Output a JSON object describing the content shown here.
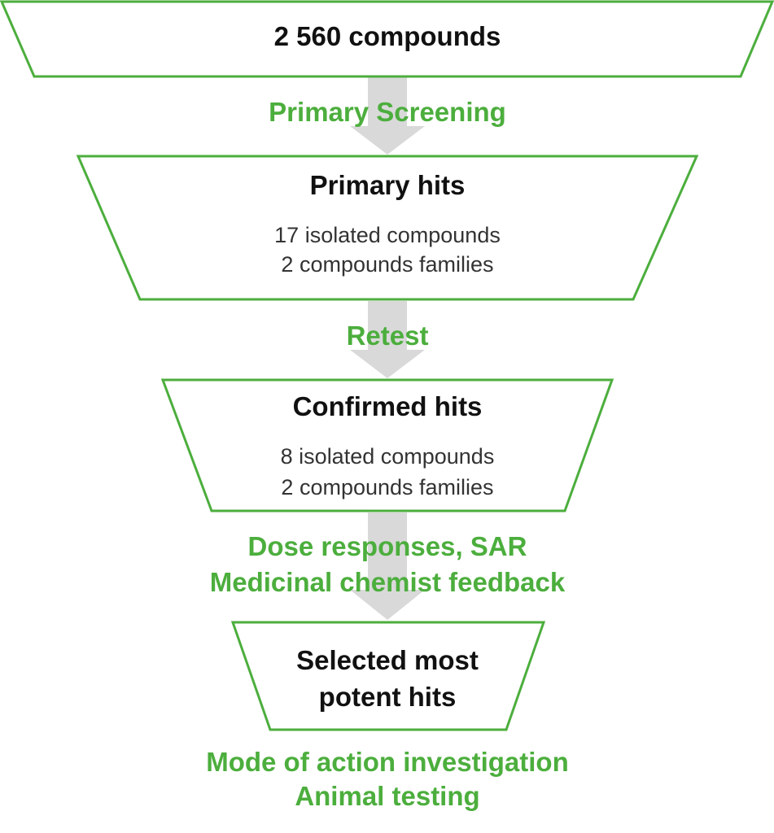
{
  "stages": [
    {
      "title": "2 560 compounds"
    },
    {
      "title": "Primary hits",
      "details": [
        "17 isolated compounds",
        "2 compounds families"
      ]
    },
    {
      "title": "Confirmed hits",
      "details": [
        "8 isolated compounds",
        "2 compounds families"
      ]
    },
    {
      "title_lines": [
        "Selected most",
        "potent hits"
      ]
    }
  ],
  "steps": [
    {
      "lines": [
        "Primary Screening"
      ]
    },
    {
      "lines": [
        "Retest"
      ]
    },
    {
      "lines": [
        "Dose responses, SAR",
        "Medicinal chemist feedback"
      ]
    },
    {
      "lines": [
        "Mode of action investigation",
        "Animal testing"
      ]
    }
  ],
  "colors": {
    "accent_green": "#4cae3d",
    "arrow_gray": "#d9d9d9",
    "text_dark": "#111111"
  }
}
